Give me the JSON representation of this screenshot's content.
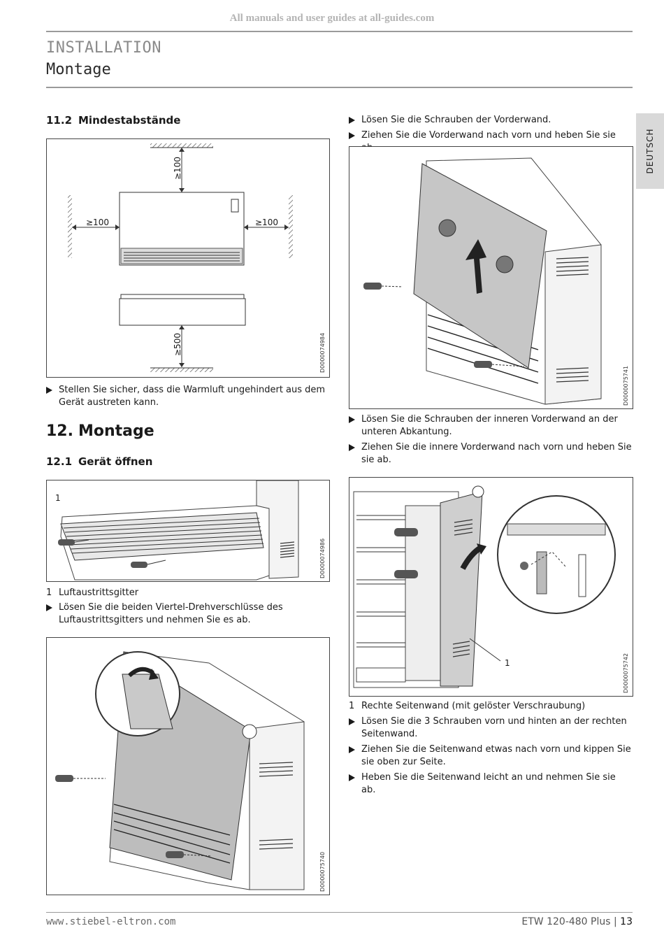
{
  "watermark": "All manuals and user guides at all-guides.com",
  "header": {
    "line1": "INSTALLATION",
    "line2": "Montage"
  },
  "language_tab": "DEUTSCH",
  "section_11_2": {
    "number": "11.2",
    "title": "Mindestabstände",
    "figure": {
      "code": "D0000074984",
      "dim_top": "≥100",
      "dim_left": "≥100",
      "dim_right": "≥100",
      "dim_bottom": "≥500"
    },
    "instruction": "Stellen Sie sicher, dass die Warmluft ungehindert aus dem Gerät austreten kann."
  },
  "section_12": {
    "number": "12.",
    "title": "Montage"
  },
  "section_12_1": {
    "number": "12.1",
    "title": "Gerät öffnen",
    "figure1": {
      "code": "D0000074986",
      "callout": "1"
    },
    "legend_num": "1",
    "legend_text": "Luftaustrittsgitter",
    "instruction": "Lösen Sie die beiden Viertel-Drehverschlüsse des Luftaustrittsgitters und nehmen Sie es ab.",
    "figure2": {
      "code": "D0000075740"
    }
  },
  "right_col": {
    "steps_1": [
      "Lösen Sie die Schrauben der Vorderwand.",
      "Ziehen Sie die Vorderwand nach vorn und heben Sie sie ab."
    ],
    "figure1": {
      "code": "D0000075741"
    },
    "steps_2": [
      "Lösen Sie die Schrauben der inneren Vorderwand an der unteren Abkantung.",
      "Ziehen Sie die innere Vorderwand nach vorn und heben Sie sie ab."
    ],
    "figure2": {
      "code": "D0000075742",
      "callout": "1"
    },
    "legend_num": "1",
    "legend_text": "Rechte Seitenwand (mit gelöster Verschraubung)",
    "steps_3": [
      "Lösen Sie die 3 Schrauben vorn und hinten an der rechten Seitenwand.",
      "Ziehen Sie die Seitenwand etwas nach vorn und kippen Sie sie oben zur Seite.",
      "Heben Sie die Seitenwand leicht an und nehmen Sie sie ab."
    ]
  },
  "footer": {
    "website": "www.stiebel-eltron.com",
    "model": "ETW 120-480 Plus",
    "separator": "|",
    "page": "13"
  }
}
